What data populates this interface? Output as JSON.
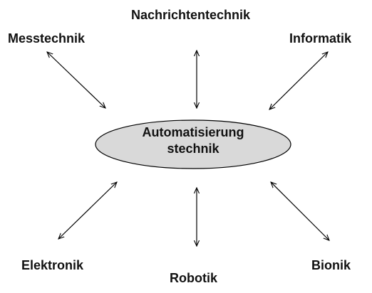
{
  "center": {
    "line1": "Automatisierung",
    "line2": "stechnik"
  },
  "nodes": {
    "top": "Nachrichtentechnik",
    "top_left": "Messtechnik",
    "top_right": "Informatik",
    "bottom_left": "Elektronik",
    "bottom": "Robotik",
    "bottom_right": "Bionik"
  },
  "colors": {
    "ellipse_fill": "#d9d9d9",
    "stroke": "#000000",
    "text": "#111111"
  }
}
